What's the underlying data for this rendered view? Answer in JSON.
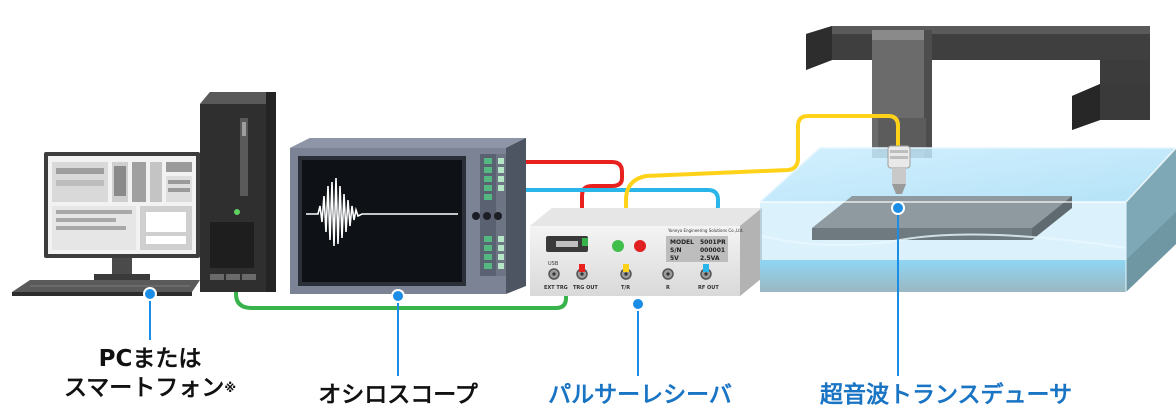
{
  "labels": {
    "pc_line1": "PCまたは",
    "pc_line2": "スマートフォン",
    "pc_note": "※",
    "oscilloscope": "オシロスコープ",
    "pulser_receiver": "パルサーレシーバ",
    "transducer": "超音波トランスデューサ"
  },
  "pulser_panel": {
    "company": "Yoneya Engineering Solutions Co.,Ltd.",
    "model_label": "MODEL",
    "model_value": "5001PR",
    "sn_label": "S/N",
    "sn_value": "000001",
    "voltage": "5V",
    "power": "2.5VA",
    "usb": "USB",
    "ext_trg": "EXT TRG",
    "trg_out": "TRG OUT",
    "tr": "T/R",
    "r": "R",
    "rf_out": "RF OUT"
  },
  "colors": {
    "red_cable": "#e8211f",
    "cyan_cable": "#29b5e8",
    "yellow_cable": "#ffd21a",
    "green_cable": "#38b24a",
    "callout_blue": "#1a8ee6",
    "label_blue": "#1a74c4"
  }
}
